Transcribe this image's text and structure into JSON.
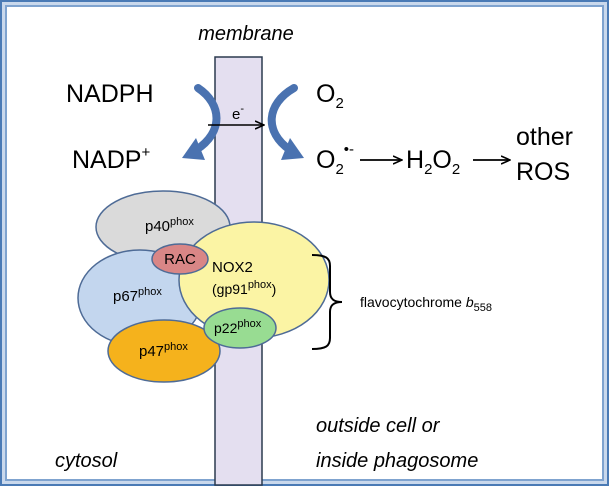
{
  "labels": {
    "membrane": "membrane",
    "cytosol": "cytosol",
    "outside_line1": "outside cell or",
    "outside_line2": "inside phagosome",
    "nadph": "NADPH",
    "nadp_base": "NADP",
    "nadp_sup": "+",
    "electron_base": "e",
    "electron_sup": "-",
    "o2_base": "O",
    "o2_sub": "2",
    "superoxide_base": "O",
    "superoxide_sub": "2",
    "superoxide_sup": "•-",
    "h2o2_h": "H",
    "h2o2_sub1": "2",
    "h2o2_o": "O",
    "h2o2_sub2": "2",
    "other": "other",
    "ros": "ROS",
    "flavo_base": "flavocytochrome ",
    "flavo_b": "b",
    "flavo_sub": "558"
  },
  "proteins": {
    "p40": {
      "base": "p40",
      "sup": "phox"
    },
    "rac": {
      "base": "RAC"
    },
    "p67": {
      "base": "p67",
      "sup": "phox"
    },
    "nox2": {
      "line1": "NOX2",
      "line2_base": "(gp91",
      "line2_sup": "phox",
      "line2_end": ")"
    },
    "p22": {
      "base": "p22",
      "sup": "phox"
    },
    "p47": {
      "base": "p47",
      "sup": "phox"
    }
  },
  "colors": {
    "membrane_fill": "#e4dff0",
    "membrane_stroke": "#2b3a4f",
    "arrow_blue": "#4a72b0",
    "p40": "#dadada",
    "rac": "#d98686",
    "p67": "#c3d6ee",
    "nox2": "#fbf4a4",
    "p22": "#98dc92",
    "p47": "#f5b21c",
    "frame": "#4a7ab5"
  }
}
